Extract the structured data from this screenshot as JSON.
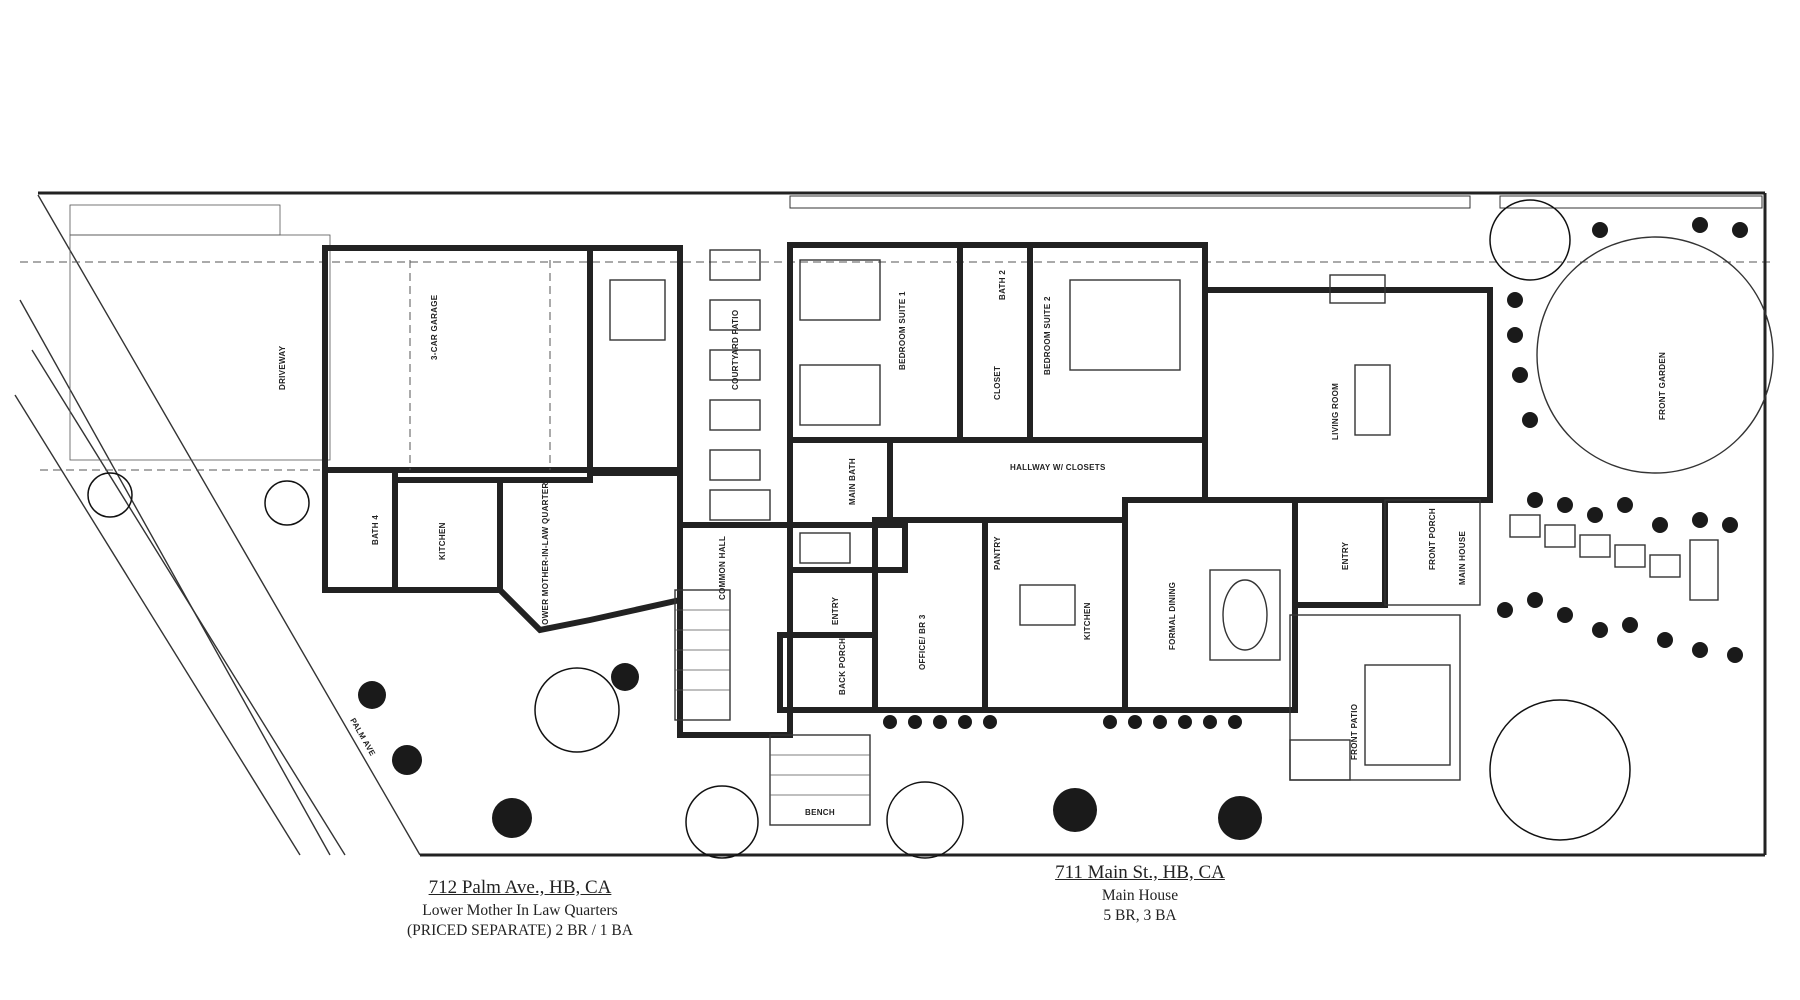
{
  "captions": {
    "left": {
      "address": "712 Palm Ave., HB, CA",
      "line1": "Lower Mother In Law Quarters",
      "line2": "(PRICED SEPARATE) 2 BR / 1 BA"
    },
    "right": {
      "address": "711 Main St., HB, CA",
      "line1": "Main House",
      "line2": "5 BR, 3 BA"
    }
  },
  "rooms": {
    "garage": "3-CAR GARAGE",
    "driveway": "DRIVEWAY",
    "bath4": "BATH 4",
    "kitchen_lower": "KITCHEN",
    "lower_quarters": "LOWER MOTHER-IN-LAW QUARTERS",
    "courtyard": "COURTYARD PATIO",
    "bedroom_suite1": "BEDROOM SUITE 1",
    "bath2": "BATH 2",
    "closet": "CLOSET",
    "bedroom_suite2": "BEDROOM SUITE 2",
    "living_room": "LIVING ROOM",
    "front_garden": "FRONT GARDEN",
    "hallway": "HALLWAY W/ CLOSETS",
    "main_bath": "MAIN BATH",
    "common_hall": "COMMON HALL",
    "entry_side": "ENTRY",
    "back_porch": "BACK PORCH",
    "office": "OFFICE/ BR 3",
    "kitchen_main": "KITCHEN",
    "pantry": "PANTRY",
    "formal_dining": "FORMAL DINING",
    "entry_front": "ENTRY",
    "front_porch": "FRONT PORCH",
    "main_house": "MAIN HOUSE",
    "front_patio": "FRONT PATIO",
    "palm_ave": "PALM AVE",
    "bench": "BENCH"
  }
}
